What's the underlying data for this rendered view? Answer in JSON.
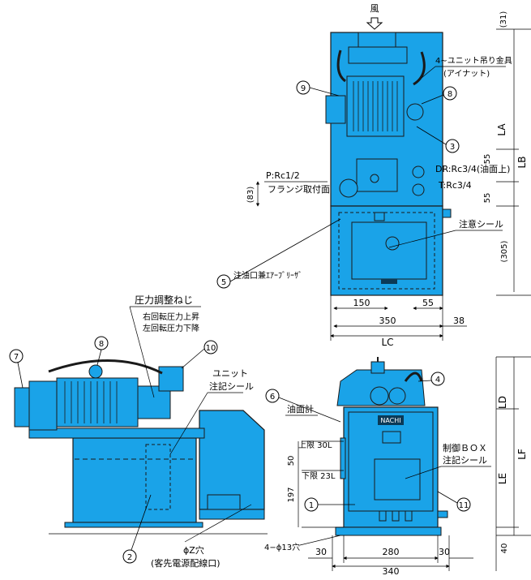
{
  "top_view": {
    "wind_label": "風",
    "dim_31": "(31)",
    "lifting_fitting": "4~ユニット吊り金具",
    "eye_nut": "(アイナット)",
    "LA": "LA",
    "LB": "LB",
    "P_port": "P:Rc1/2",
    "flange_face": "フランジ取付面",
    "dim_83": "(83)",
    "DR_port": "DR:Rc3/4(油面上)",
    "T_port": "T:Rc3/4",
    "dim_55a": "55",
    "dim_55b": "55",
    "caution_seal": "注意シール",
    "dim_305": "(305)",
    "breather": "注油口兼ｴｱｰﾌﾞﾘｰｻﾞ",
    "dim_150": "150",
    "dim_55c": "55",
    "dim_350": "350",
    "dim_38": "38",
    "LC": "LC",
    "callouts": [
      "9",
      "8",
      "3",
      "5"
    ]
  },
  "side_view": {
    "pressure_adjust": "圧力調整ねじ",
    "cw_rise": "右回転圧力上昇",
    "ccw_fall": "左回転圧力下降",
    "unit_note_1": "ユニット",
    "unit_note_2": "注記シール",
    "phi_z_hole": "ϕZ穴",
    "customer_wiring": "(客先電源配線口)",
    "callouts": [
      "7",
      "8",
      "10",
      "2"
    ]
  },
  "front_view": {
    "oil_gauge": "油面計",
    "upper_limit": "上限 30L",
    "lower_limit": "下限 23L",
    "dim_50": "50",
    "dim_197": "197",
    "control_box_1": "制御ＢＯＸ",
    "control_box_2": "注記シール",
    "LD": "LD",
    "LE": "LE",
    "LF": "LF",
    "dim_40": "40",
    "holes": "4−ϕ13穴",
    "dim_30a": "30",
    "dim_280": "280",
    "dim_30b": "30",
    "dim_340": "340",
    "brand": "NACHI",
    "callouts": [
      "6",
      "4",
      "1",
      "11"
    ]
  },
  "colors": {
    "body": "#1aa3e8",
    "line": "#1a1a1a",
    "dark": "#0b3a57"
  }
}
